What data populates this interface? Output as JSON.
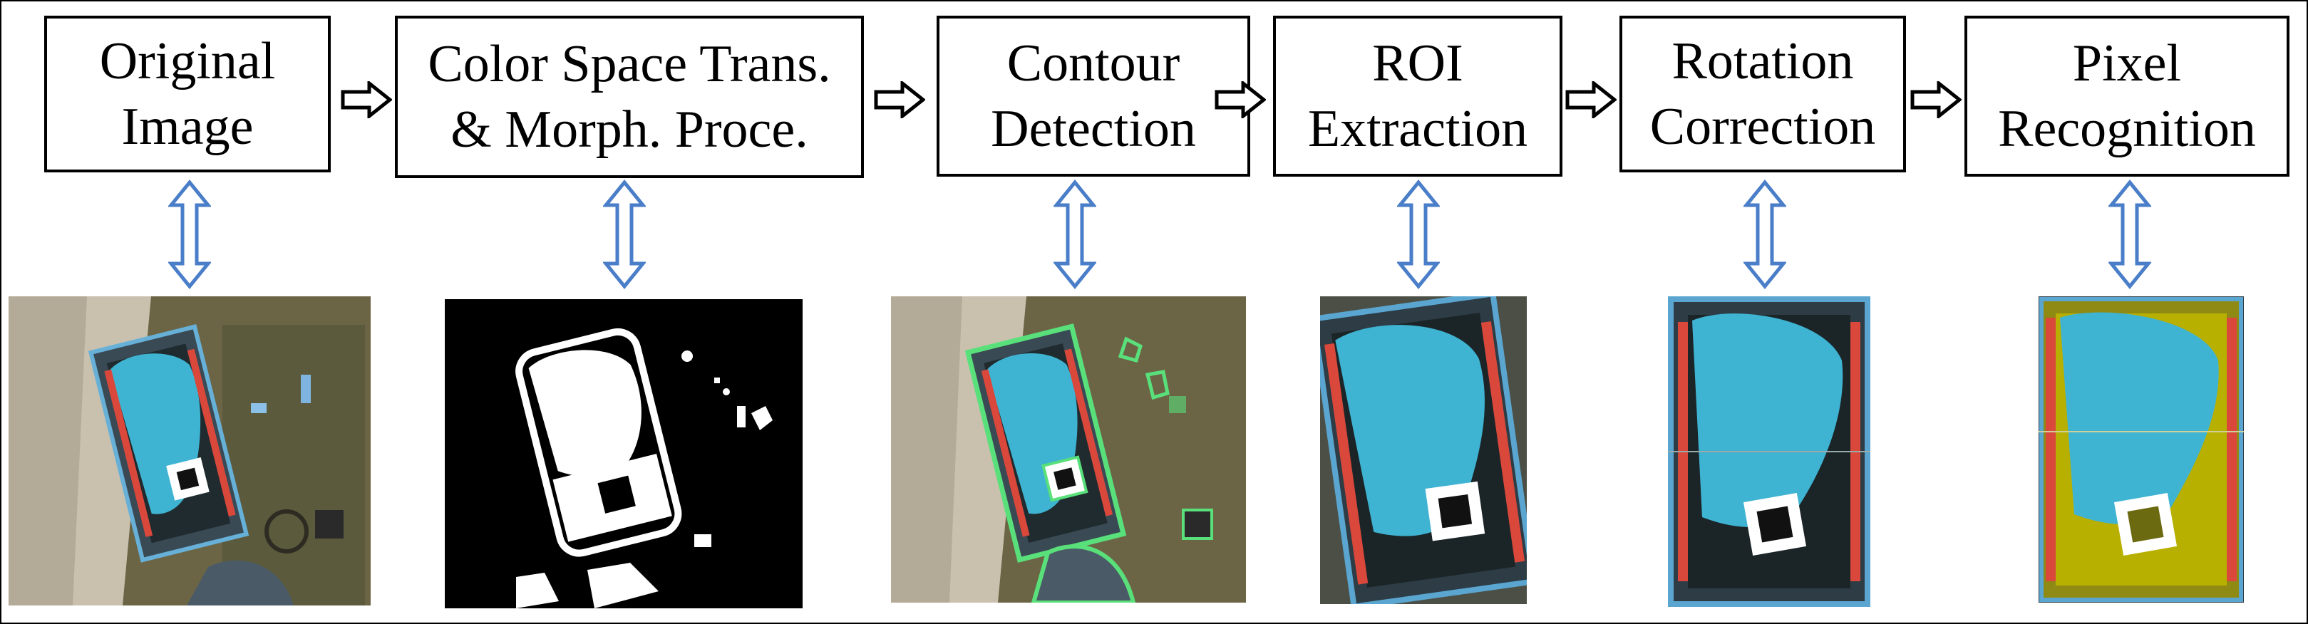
{
  "pipeline": {
    "steps": [
      {
        "label": "Original\nImage"
      },
      {
        "label": "Color Space Trans.\n& Morph. Proce."
      },
      {
        "label": "Contour\nDetection"
      },
      {
        "label": "ROI\nExtraction"
      },
      {
        "label": "Rotation\nCorrection"
      },
      {
        "label": "Pixel\nRecognition"
      }
    ]
  },
  "colors": {
    "box_border": "#000000",
    "double_arrow": "#4a7ec8",
    "water": "#3fb3d2",
    "frame_red": "#d9483b",
    "contour_green": "#59e07a",
    "recognition_yellow": "#b8b000"
  }
}
